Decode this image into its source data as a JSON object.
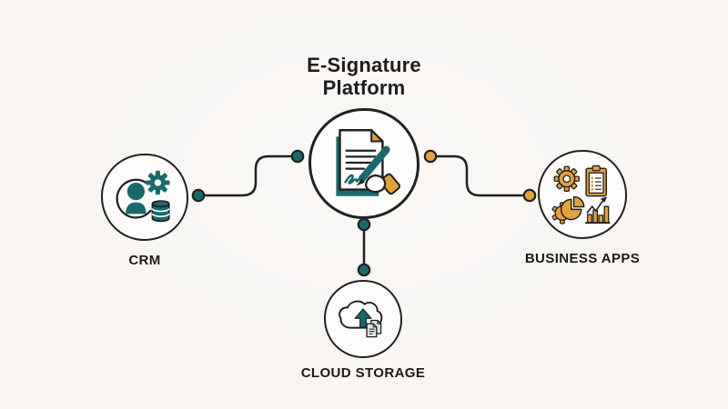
{
  "title": {
    "line1": "E-Signature",
    "line2": "Platform"
  },
  "nodes": {
    "center": {
      "name": "E-Signature Platform",
      "icon": "signed-document-icon"
    },
    "crm": {
      "label": "CRM",
      "icon": "crm-icon"
    },
    "business_apps": {
      "label": "BUSINESS APPS",
      "icon": "business-apps-icon"
    },
    "cloud_storage": {
      "label": "CLOUD STORAGE",
      "icon": "cloud-upload-icon"
    }
  },
  "connections": [
    {
      "from": "crm",
      "to": "center",
      "dot_color": "teal",
      "shape": "s-curve"
    },
    {
      "from": "center",
      "to": "business_apps",
      "dot_color": "orange",
      "shape": "s-curve"
    },
    {
      "from": "center",
      "to": "cloud_storage",
      "dot_color": "teal",
      "shape": "straight"
    }
  ],
  "colors": {
    "teal": "#186a6c",
    "orange": "#e4a23d",
    "ink": "#212121",
    "bg": "#f7f4f1",
    "page": "#dfe8e4"
  }
}
